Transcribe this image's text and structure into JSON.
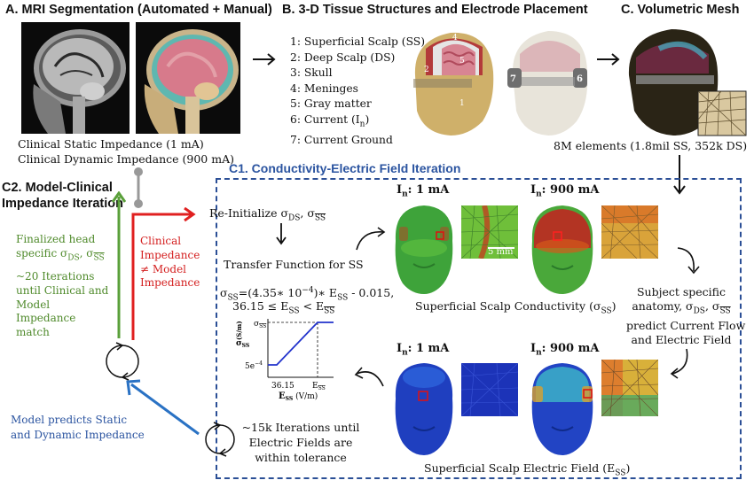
{
  "panels": {
    "a_title": "A. MRI Segmentation (Automated + Manual)",
    "b_title": "B. 3-D Tissue Structures and Electrode Placement",
    "c_title": "C. Volumetric Mesh",
    "c1_title": "C1. Conductivity-Electric Field Iteration",
    "c2_title_line1": "C2. Model-Clinical",
    "c2_title_line2": "Impedance Iteration"
  },
  "panel_a": {
    "static_impedance": "Clinical Static Impedance (1 mA)",
    "dynamic_impedance": "Clinical Dynamic Impedance (900 mA)"
  },
  "panel_b": {
    "legend": [
      "1: Superficial Scalp (SS)",
      "2: Deep Scalp (DS)",
      "3: Skull",
      "4: Meninges",
      "5: Gray matter",
      "6: Current (I",
      "7: Current Ground"
    ],
    "legend_6_sub": "n",
    "legend_6_close": ")",
    "head_labels": [
      "1",
      "2",
      "4",
      "5",
      "7",
      "6"
    ]
  },
  "panel_c": {
    "elements": "8M elements (1.8mil SS, 352k DS)"
  },
  "c1": {
    "reinit": "Re-Initialize σ",
    "reinit_sub1": "DS",
    "reinit_sep": ", σ",
    "reinit_sub2": "SS",
    "transfer": "Transfer Function for SS",
    "formula_line1": "σ",
    "formula_line1_rest": "=(4.35∗ 10",
    "formula_exp": "−4",
    "formula_line1_end": ")∗ E",
    "formula_line1_tail": " - 0.015,",
    "formula_line2": "36.15 ≤ E",
    "formula_line2_mid": " < E",
    "plot": {
      "y_top": "σ",
      "y_low": "5e",
      "y_low_exp": "−4",
      "y_axis_label": "σ",
      "y_axis_unit": "(S/m)",
      "x_left": "36.15",
      "x_right": "E",
      "x_axis_label": "E",
      "x_axis_unit": "(V/m)",
      "sub_ss": "SS"
    },
    "current_1ma": "1 mA",
    "current_900ma": "900 mA",
    "current_prefix": "I",
    "current_sub": "n",
    "scale_bar": "5 mm",
    "conductivity_caption": "Superficial Scalp Conductivity (σ",
    "conductivity_caption_sub": "SS",
    "efield_caption": "Superficial Scalp Electric Field (E",
    "efield_caption_sub": "SS",
    "subject_specific": [
      "Subject specific",
      "anatomy, σ",
      "predict Current Flow",
      "and Electric Field"
    ],
    "subject_sub1": "DS",
    "subject_sub2": "SS",
    "iter_15k": [
      "~15k Iterations until",
      "Electric Fields are",
      "within tolerance"
    ]
  },
  "c2": {
    "finalized_line1": "Finalized head",
    "finalized_line2_a": "specific σ",
    "finalized_sub1": "DS",
    "finalized_sep": ", σ",
    "finalized_sub2": "SS",
    "iter_20": [
      "~20 Iterations",
      "until Clinical and",
      "Model",
      "Impedance",
      "match"
    ],
    "clinical_neq": [
      "Clinical",
      "Impedance",
      "≠ Model",
      "Impedance"
    ],
    "model_predicts": [
      "Model predicts Static",
      "and Dynamic Impedance"
    ]
  },
  "colors": {
    "green": "#4f8a2b",
    "red": "#d42020",
    "blue": "#2b54a0",
    "dash_border": "#2b4f96"
  }
}
